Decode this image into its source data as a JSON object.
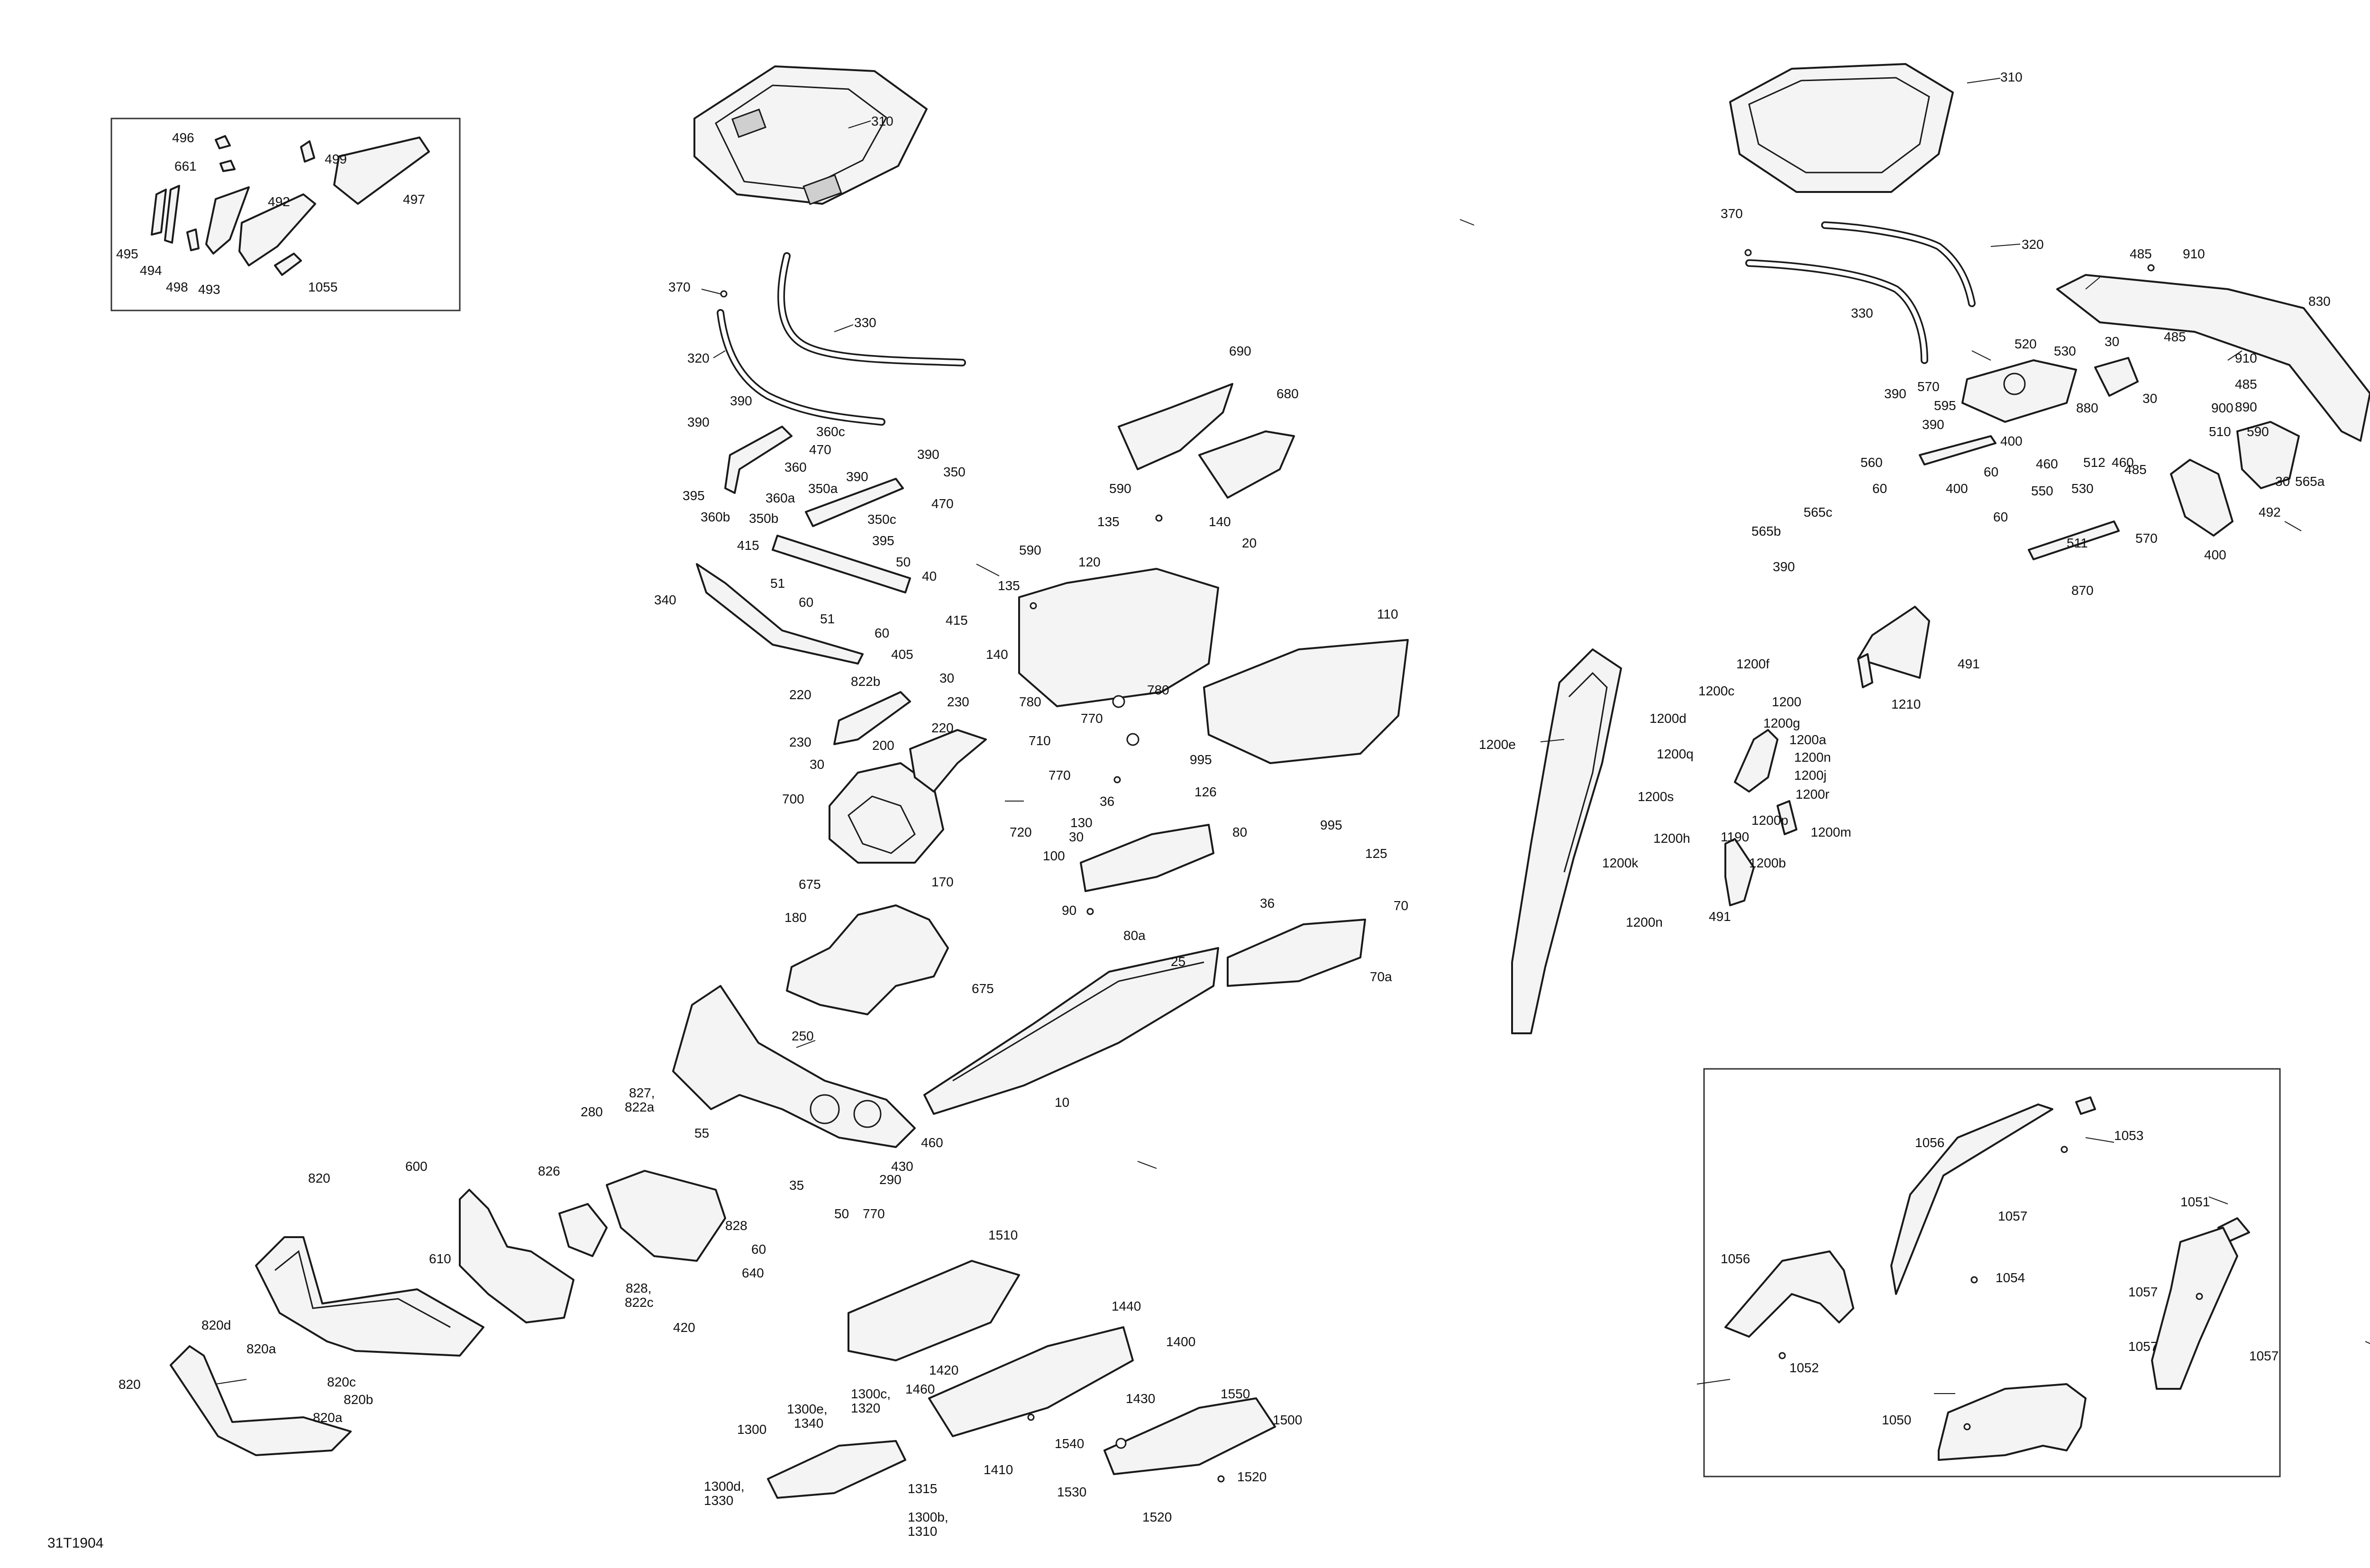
{
  "diagram_code": "31T1904",
  "labels": [
    {
      "id": "310a",
      "text": "310"
    },
    {
      "id": "370a",
      "text": "370"
    },
    {
      "id": "330a",
      "text": "330"
    },
    {
      "id": "320a",
      "text": "320"
    },
    {
      "id": "390a",
      "text": "390"
    },
    {
      "id": "360c",
      "text": "360c"
    },
    {
      "id": "390b",
      "text": "390"
    },
    {
      "id": "470a",
      "text": "470"
    },
    {
      "id": "360",
      "text": "360"
    },
    {
      "id": "390c",
      "text": "390"
    },
    {
      "id": "390d",
      "text": "390"
    },
    {
      "id": "350",
      "text": "350"
    },
    {
      "id": "395a",
      "text": "395"
    },
    {
      "id": "360a",
      "text": "360a"
    },
    {
      "id": "350a",
      "text": "350a"
    },
    {
      "id": "470b",
      "text": "470"
    },
    {
      "id": "360b",
      "text": "360b"
    },
    {
      "id": "350b",
      "text": "350b"
    },
    {
      "id": "350c",
      "text": "350c"
    },
    {
      "id": "395b",
      "text": "395"
    },
    {
      "id": "415a",
      "text": "415"
    },
    {
      "id": "50a",
      "text": "50"
    },
    {
      "id": "51a",
      "text": "51"
    },
    {
      "id": "40",
      "text": "40"
    },
    {
      "id": "340",
      "text": "340"
    },
    {
      "id": "60a",
      "text": "60"
    },
    {
      "id": "51b",
      "text": "51"
    },
    {
      "id": "415b",
      "text": "415"
    },
    {
      "id": "60b",
      "text": "60"
    },
    {
      "id": "405",
      "text": "405"
    },
    {
      "id": "822b",
      "text": "822b"
    },
    {
      "id": "30a",
      "text": "30"
    },
    {
      "id": "220a",
      "text": "220"
    },
    {
      "id": "230a",
      "text": "230"
    },
    {
      "id": "220b",
      "text": "220"
    },
    {
      "id": "230b",
      "text": "230"
    },
    {
      "id": "200",
      "text": "200"
    },
    {
      "id": "30b",
      "text": "30"
    },
    {
      "id": "710",
      "text": "710"
    },
    {
      "id": "700",
      "text": "700"
    },
    {
      "id": "770a",
      "text": "770"
    },
    {
      "id": "720",
      "text": "720"
    },
    {
      "id": "675a",
      "text": "675"
    },
    {
      "id": "170",
      "text": "170"
    },
    {
      "id": "180",
      "text": "180"
    },
    {
      "id": "675b",
      "text": "675"
    },
    {
      "id": "690",
      "text": "690"
    },
    {
      "id": "680",
      "text": "680"
    },
    {
      "id": "590a",
      "text": "590"
    },
    {
      "id": "135a",
      "text": "135"
    },
    {
      "id": "140a",
      "text": "140"
    },
    {
      "id": "20",
      "text": "20"
    },
    {
      "id": "590b",
      "text": "590"
    },
    {
      "id": "120",
      "text": "120"
    },
    {
      "id": "135b",
      "text": "135"
    },
    {
      "id": "140b",
      "text": "140"
    },
    {
      "id": "110",
      "text": "110"
    },
    {
      "id": "780a",
      "text": "780"
    },
    {
      "id": "780b",
      "text": "780"
    },
    {
      "id": "770b",
      "text": "770"
    },
    {
      "id": "995a",
      "text": "995"
    },
    {
      "id": "126",
      "text": "126"
    },
    {
      "id": "36a",
      "text": "36"
    },
    {
      "id": "130",
      "text": "130"
    },
    {
      "id": "30c",
      "text": "30"
    },
    {
      "id": "80",
      "text": "80"
    },
    {
      "id": "100",
      "text": "100"
    },
    {
      "id": "995b",
      "text": "995"
    },
    {
      "id": "125",
      "text": "125"
    },
    {
      "id": "90",
      "text": "90"
    },
    {
      "id": "36b",
      "text": "36"
    },
    {
      "id": "80a",
      "text": "80a"
    },
    {
      "id": "70",
      "text": "70"
    },
    {
      "id": "25",
      "text": "25"
    },
    {
      "id": "70a",
      "text": "70a"
    },
    {
      "id": "250",
      "text": "250"
    },
    {
      "id": "10",
      "text": "10"
    },
    {
      "id": "460a",
      "text": "460"
    },
    {
      "id": "430",
      "text": "430"
    },
    {
      "id": "827",
      "text": "827,"
    },
    {
      "id": "822a",
      "text": "822a"
    },
    {
      "id": "280",
      "text": "280"
    },
    {
      "id": "55",
      "text": "55"
    },
    {
      "id": "35",
      "text": "35"
    },
    {
      "id": "290",
      "text": "290"
    },
    {
      "id": "50b",
      "text": "50"
    },
    {
      "id": "770c",
      "text": "770"
    },
    {
      "id": "826",
      "text": "826"
    },
    {
      "id": "828a",
      "text": "828"
    },
    {
      "id": "60c",
      "text": "60"
    },
    {
      "id": "640",
      "text": "640"
    },
    {
      "id": "828b",
      "text": "828,"
    },
    {
      "id": "822c",
      "text": "822c"
    },
    {
      "id": "420",
      "text": "420"
    },
    {
      "id": "600",
      "text": "600"
    },
    {
      "id": "610",
      "text": "610"
    },
    {
      "id": "820a",
      "text": "820"
    },
    {
      "id": "820d",
      "text": "820d"
    },
    {
      "id": "820b",
      "text": "820a"
    },
    {
      "id": "820c",
      "text": "820c"
    },
    {
      "id": "820e",
      "text": "820b"
    },
    {
      "id": "820f",
      "text": "820"
    },
    {
      "id": "820g",
      "text": "820a"
    },
    {
      "id": "1510",
      "text": "1510"
    },
    {
      "id": "1440",
      "text": "1440"
    },
    {
      "id": "1400",
      "text": "1400"
    },
    {
      "id": "1420",
      "text": "1420"
    },
    {
      "id": "1460",
      "text": "1460"
    },
    {
      "id": "1430",
      "text": "1430"
    },
    {
      "id": "1550",
      "text": "1550"
    },
    {
      "id": "1500",
      "text": "1500"
    },
    {
      "id": "1540",
      "text": "1540"
    },
    {
      "id": "1410",
      "text": "1410"
    },
    {
      "id": "1520a",
      "text": "1520"
    },
    {
      "id": "1530",
      "text": "1530"
    },
    {
      "id": "1520b",
      "text": "1520"
    },
    {
      "id": "1300e",
      "text": "1300e,"
    },
    {
      "id": "1340",
      "text": "1340"
    },
    {
      "id": "1300c",
      "text": "1300c,"
    },
    {
      "id": "1320",
      "text": "1320"
    },
    {
      "id": "1300",
      "text": "1300"
    },
    {
      "id": "1300d",
      "text": "1300d,"
    },
    {
      "id": "1330",
      "text": "1330"
    },
    {
      "id": "1315",
      "text": "1315"
    },
    {
      "id": "1300b",
      "text": "1300b,"
    },
    {
      "id": "1310",
      "text": "1310"
    },
    {
      "id": "310b",
      "text": "310"
    },
    {
      "id": "370b",
      "text": "370"
    },
    {
      "id": "320b",
      "text": "320"
    },
    {
      "id": "330b",
      "text": "330"
    },
    {
      "id": "485a",
      "text": "485"
    },
    {
      "id": "910a",
      "text": "910"
    },
    {
      "id": "830",
      "text": "830"
    },
    {
      "id": "520",
      "text": "520"
    },
    {
      "id": "530a",
      "text": "530"
    },
    {
      "id": "30d",
      "text": "30"
    },
    {
      "id": "485b",
      "text": "485"
    },
    {
      "id": "570a",
      "text": "570"
    },
    {
      "id": "595",
      "text": "595"
    },
    {
      "id": "30e",
      "text": "30"
    },
    {
      "id": "880",
      "text": "880"
    },
    {
      "id": "900",
      "text": "900"
    },
    {
      "id": "910b",
      "text": "910"
    },
    {
      "id": "485c",
      "text": "485"
    },
    {
      "id": "890",
      "text": "890"
    },
    {
      "id": "390e",
      "text": "390"
    },
    {
      "id": "390f",
      "text": "390"
    },
    {
      "id": "400a",
      "text": "400"
    },
    {
      "id": "460b",
      "text": "460"
    },
    {
      "id": "560",
      "text": "560"
    },
    {
      "id": "60d",
      "text": "60"
    },
    {
      "id": "60e",
      "text": "60"
    },
    {
      "id": "400b",
      "text": "400"
    },
    {
      "id": "510",
      "text": "510"
    },
    {
      "id": "590c",
      "text": "590"
    },
    {
      "id": "512",
      "text": "512"
    },
    {
      "id": "460c",
      "text": "460"
    },
    {
      "id": "530b",
      "text": "530"
    },
    {
      "id": "485d",
      "text": "485"
    },
    {
      "id": "30f",
      "text": "30"
    },
    {
      "id": "565a",
      "text": "565a"
    },
    {
      "id": "565c",
      "text": "565c"
    },
    {
      "id": "565b",
      "text": "565b"
    },
    {
      "id": "390g",
      "text": "390"
    },
    {
      "id": "550",
      "text": "550"
    },
    {
      "id": "60f",
      "text": "60"
    },
    {
      "id": "511",
      "text": "511"
    },
    {
      "id": "570b",
      "text": "570"
    },
    {
      "id": "400c",
      "text": "400"
    },
    {
      "id": "870",
      "text": "870"
    },
    {
      "id": "492a",
      "text": "492"
    },
    {
      "id": "491a",
      "text": "491"
    },
    {
      "id": "1210",
      "text": "1210"
    },
    {
      "id": "1200e",
      "text": "1200e"
    },
    {
      "id": "1200f",
      "text": "1200f"
    },
    {
      "id": "1200c",
      "text": "1200c"
    },
    {
      "id": "1200",
      "text": "1200"
    },
    {
      "id": "1200d",
      "text": "1200d"
    },
    {
      "id": "1200g",
      "text": "1200g"
    },
    {
      "id": "1200a",
      "text": "1200a"
    },
    {
      "id": "1200q",
      "text": "1200q"
    },
    {
      "id": "1200n",
      "text": "1200n"
    },
    {
      "id": "1200j",
      "text": "1200j"
    },
    {
      "id": "1200s",
      "text": "1200s"
    },
    {
      "id": "1200r",
      "text": "1200r"
    },
    {
      "id": "1200p",
      "text": "1200p"
    },
    {
      "id": "1190",
      "text": "1190"
    },
    {
      "id": "1200m",
      "text": "1200m"
    },
    {
      "id": "1200h",
      "text": "1200h"
    },
    {
      "id": "1200k",
      "text": "1200k"
    },
    {
      "id": "1200b",
      "text": "1200b"
    },
    {
      "id": "1200n2",
      "text": "1200n"
    },
    {
      "id": "491b",
      "text": "491"
    },
    {
      "id": "496",
      "text": "496"
    },
    {
      "id": "661",
      "text": "661"
    },
    {
      "id": "499",
      "text": "499"
    },
    {
      "id": "497",
      "text": "497"
    },
    {
      "id": "492b",
      "text": "492"
    },
    {
      "id": "495",
      "text": "495"
    },
    {
      "id": "494",
      "text": "494"
    },
    {
      "id": "498",
      "text": "498"
    },
    {
      "id": "493",
      "text": "493"
    },
    {
      "id": "1055",
      "text": "1055"
    },
    {
      "id": "1053",
      "text": "1053"
    },
    {
      "id": "1056a",
      "text": "1056"
    },
    {
      "id": "1057a",
      "text": "1057"
    },
    {
      "id": "1054",
      "text": "1054"
    },
    {
      "id": "1051",
      "text": "1051"
    },
    {
      "id": "1056b",
      "text": "1056"
    },
    {
      "id": "1057b",
      "text": "1057"
    },
    {
      "id": "1057c",
      "text": "1057"
    },
    {
      "id": "1052",
      "text": "1052"
    },
    {
      "id": "1057d",
      "text": "1057"
    },
    {
      "id": "1050",
      "text": "1050"
    }
  ]
}
